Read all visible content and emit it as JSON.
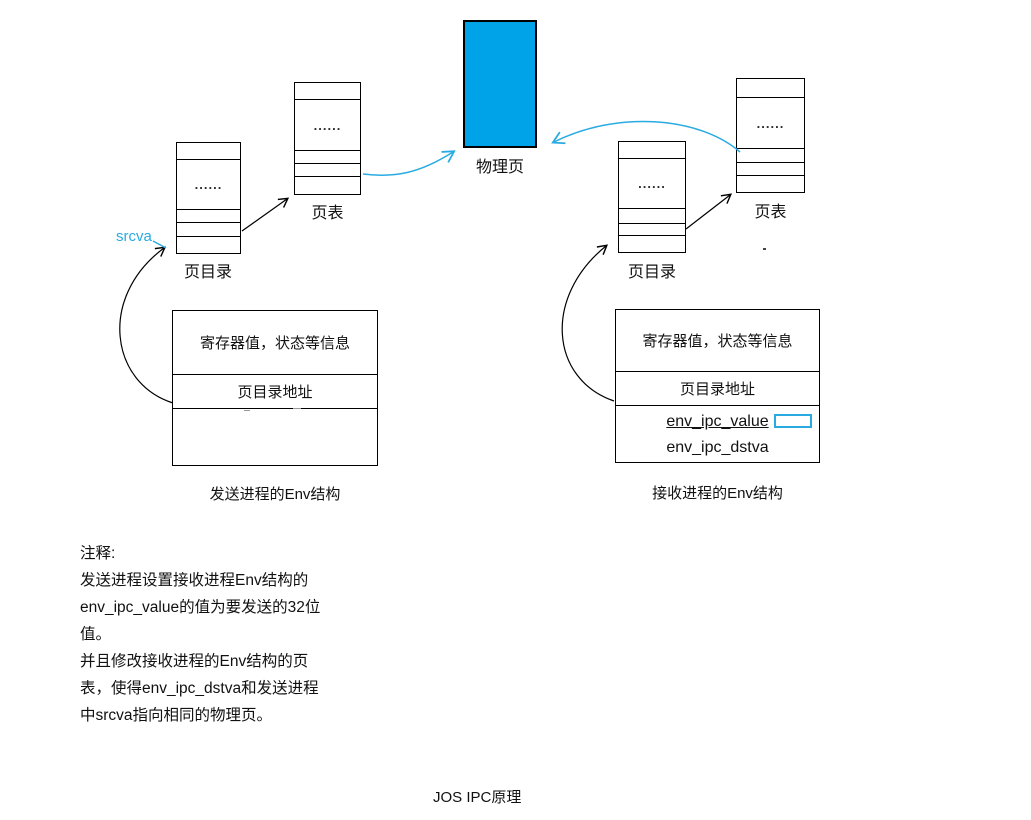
{
  "title": "JOS IPC原理",
  "physical_page": {
    "label": "物理页"
  },
  "sender": {
    "srcva_label": "srcva",
    "page_directory": {
      "label": "页目录",
      "ellipsis": "......"
    },
    "page_table": {
      "label": "页表",
      "ellipsis": "......"
    },
    "env": {
      "row_registers": "寄存器值，状态等信息",
      "row_pgdir_addr": "页目录地址",
      "caption": "发送进程的Env结构"
    }
  },
  "receiver": {
    "page_directory": {
      "label": "页目录",
      "ellipsis": "......"
    },
    "page_table": {
      "label": "页表",
      "ellipsis": "......"
    },
    "env": {
      "row_registers": "寄存器值，状态等信息",
      "row_pgdir_addr": "页目录地址",
      "row_ipc_value": "env_ipc_value",
      "row_ipc_dstva": "env_ipc_dstva",
      "caption": "接收进程的Env结构"
    }
  },
  "notes": {
    "lines": [
      "注释:",
      "发送进程设置接收进程Env结构的",
      "env_ipc_value的值为要发送的32位",
      "值。",
      "并且修改接收进程的Env结构的页",
      "表，使得env_ipc_dstva和发送进程",
      "中srcva指向相同的物理页。"
    ]
  },
  "colors": {
    "physical_page_fill": "#00A2E8",
    "arrow_blue": "#29ABE2",
    "line_black": "#000000"
  }
}
